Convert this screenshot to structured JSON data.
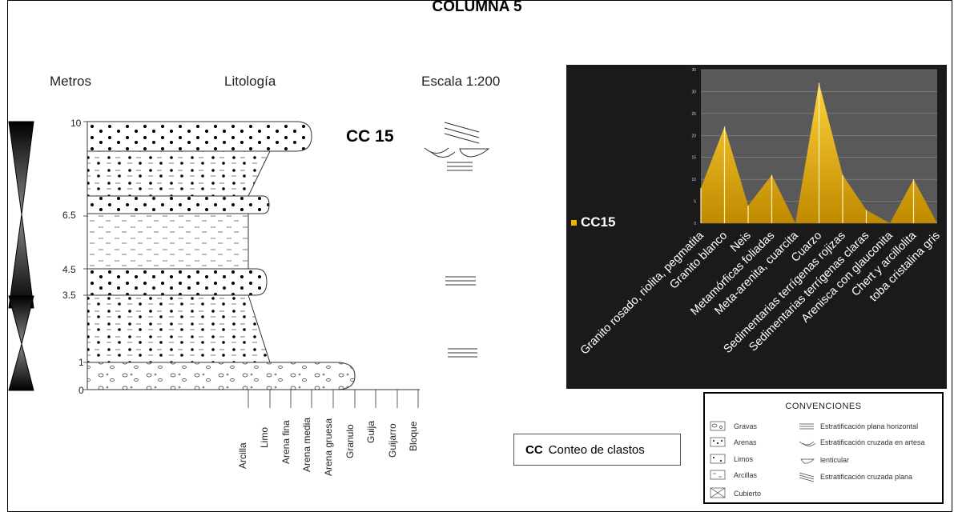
{
  "title": "COLUMNA 5",
  "headers": {
    "metros": "Metros",
    "litologia": "Litología",
    "escala": "Escala 1:200"
  },
  "meter_ticks": [
    "10",
    "6.5",
    "4.5",
    "3.5",
    "1",
    "0"
  ],
  "grain_sizes": [
    "Arcilla",
    "Limo",
    "Arena fina",
    "Arena media",
    "Arena gruesa",
    "Granulo",
    "Guija",
    "Guijarro",
    "Bloque"
  ],
  "sample_label": "CC 15",
  "cc_box": {
    "code": "CC",
    "label": "Conteo de clastos"
  },
  "conventions": {
    "title": "CONVENCIONES",
    "lithology": [
      "Gravas",
      "Arenas",
      "Limos",
      "Arcillas",
      "Cubierto"
    ],
    "structures": [
      "Estratificación plana horizontal",
      "Estratificación cruzada en artesa",
      "lenticular",
      "Estratificación cruzada plana"
    ]
  },
  "chart_data": {
    "type": "area",
    "series": [
      {
        "name": "CC15",
        "color": "#f0b400",
        "values": [
          8,
          22,
          4,
          11,
          0,
          32,
          11,
          3,
          0,
          10,
          0
        ]
      }
    ],
    "categories": [
      "Granito rosado, riolita, pegmatita",
      "Granito blanco",
      "Neis",
      "Metamórficas foliadas",
      "Meta-arenita, cuarcita",
      "Cuarzo",
      "Sedimentarias terrígenas rojizas",
      "Sedimentarias terrígenas claras",
      "Arenisca con glauconita",
      "Chert y arcillolita",
      "toba cristalina gris"
    ],
    "y_ticks": [
      "0",
      "5",
      "10",
      "15",
      "20",
      "25",
      "30",
      "35"
    ],
    "ylim": [
      0,
      35
    ],
    "background": "#1a1a1a",
    "plot_background": "#595959",
    "grid": true,
    "legend_position": "left"
  }
}
